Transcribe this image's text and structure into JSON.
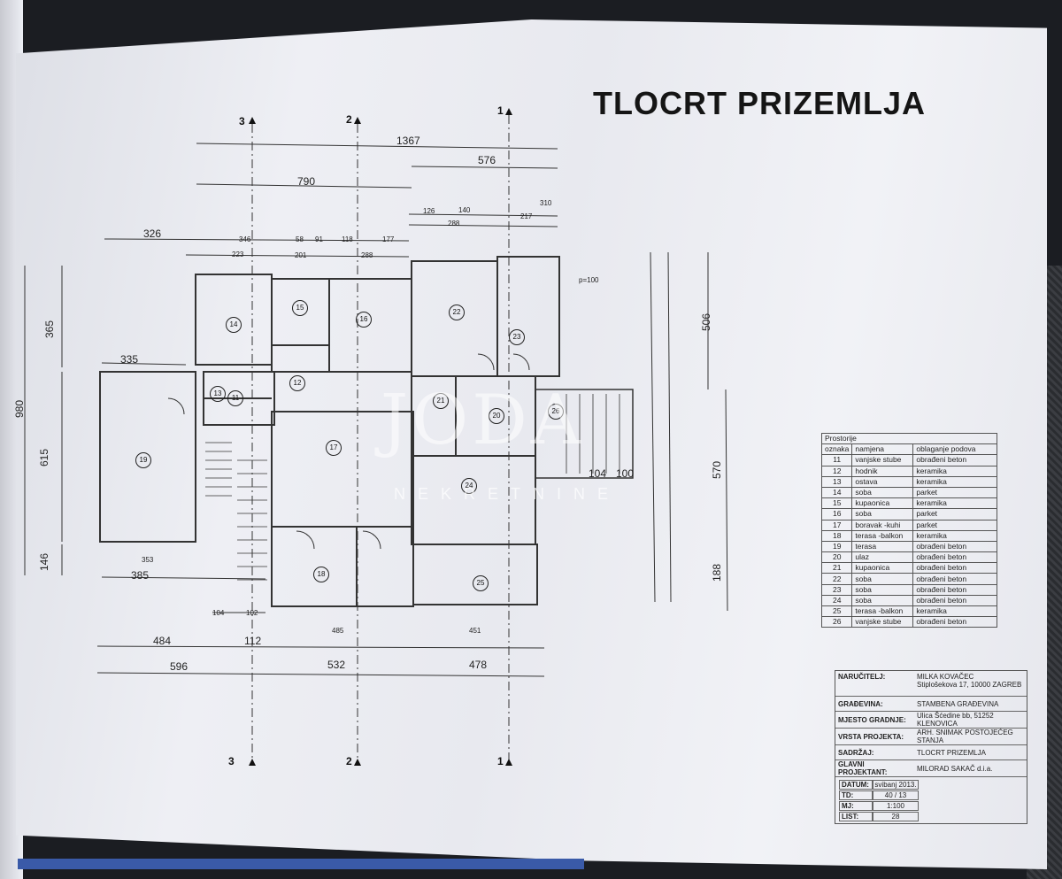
{
  "title": "TLOCRT PRIZEMLJA",
  "axes": [
    "3",
    "2",
    "1"
  ],
  "dimensions_top": [
    "1367",
    "576",
    "790",
    "326",
    "346",
    "223",
    "201",
    "288",
    "177",
    "126",
    "140",
    "288",
    "217",
    "310",
    "118",
    "91",
    "58"
  ],
  "dimensions_left": [
    "980",
    "365",
    "615",
    "146",
    "335",
    "385"
  ],
  "dimensions_bottom": [
    "484",
    "112",
    "596",
    "532",
    "478",
    "485",
    "451",
    "353",
    "104",
    "102"
  ],
  "dimensions_right": [
    "506",
    "570",
    "188",
    "104",
    "100",
    "p=100"
  ],
  "watermark": {
    "main": "JODA",
    "sub": "NEKRETNINE"
  },
  "room_numbers": [
    "11",
    "12",
    "13",
    "14",
    "15",
    "16",
    "17",
    "18",
    "19",
    "20",
    "21",
    "22",
    "23",
    "24",
    "25",
    "26"
  ],
  "rooms_table": {
    "caption": "Prostorije",
    "headers": [
      "oznaka",
      "namjena",
      "oblaganje podova"
    ],
    "rows": [
      [
        "11",
        "vanjske stube",
        "obrađeni beton"
      ],
      [
        "12",
        "hodnik",
        "keramika"
      ],
      [
        "13",
        "ostava",
        "keramika"
      ],
      [
        "14",
        "soba",
        "parket"
      ],
      [
        "15",
        "kupaonica",
        "keramika"
      ],
      [
        "16",
        "soba",
        "parket"
      ],
      [
        "17",
        "boravak -kuhi",
        "parket"
      ],
      [
        "18",
        "terasa -balkon",
        "keramika"
      ],
      [
        "19",
        "terasa",
        "obrađeni beton"
      ],
      [
        "20",
        "ulaz",
        "obrađeni beton"
      ],
      [
        "21",
        "kupaonica",
        "obrađeni beton"
      ],
      [
        "22",
        "soba",
        "obrađeni beton"
      ],
      [
        "23",
        "soba",
        "obrađeni beton"
      ],
      [
        "24",
        "soba",
        "obrađeni beton"
      ],
      [
        "25",
        "terasa -balkon",
        "keramika"
      ],
      [
        "26",
        "vanjske stube",
        "obrađeni beton"
      ]
    ]
  },
  "title_block": {
    "narucitelj_label": "NARUČITELJ:",
    "narucitelj": "MILKA KOVAČEC",
    "narucitelj_addr": "Stiplošekova 17, 10000 ZAGREB",
    "gradevina_label": "GRAĐEVINA:",
    "gradevina": "STAMBENA GRAĐEVINA",
    "mjesto_label": "MJESTO GRADNJE:",
    "mjesto": "Ulica Šćedine bb, 51252 KLENOVICA",
    "vrsta_label": "VRSTA PROJEKTA:",
    "vrsta": "ARH. SNIMAK POSTOJEĆEG STANJA",
    "sadrzaj_label": "SADRŽAJ:",
    "sadrzaj": "TLOCRT PRIZEMLJA",
    "projektant_label": "GLAVNI PROJEKTANT:",
    "projektant": "MILORAD SAKAČ d.i.a.",
    "datum_label": "DATUM:",
    "datum": "svibanj 2013.",
    "td_label": "TD:",
    "td": "40 / 13",
    "mj_label": "MJ:",
    "mj": "1:100",
    "list_label": "LIST:",
    "list": "28"
  }
}
